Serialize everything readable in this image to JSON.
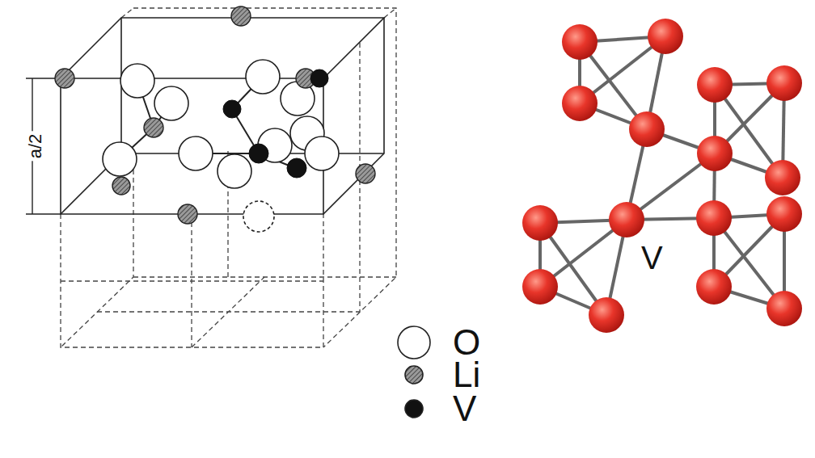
{
  "diagram": {
    "labels": [
      "a/2",
      "V"
    ],
    "legend": [
      {
        "text": "O"
      },
      {
        "text": "Li"
      },
      {
        "text": "V"
      }
    ]
  }
}
